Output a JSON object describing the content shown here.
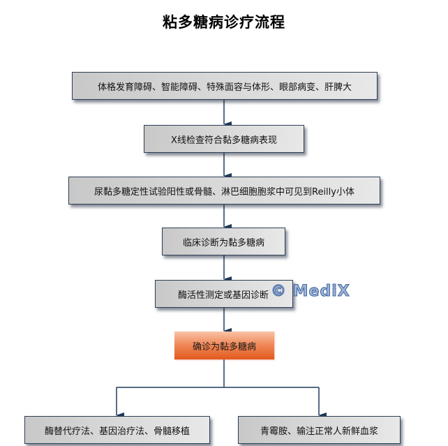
{
  "title": "粘多糖病诊疗流程",
  "nodes": [
    {
      "id": "symptoms",
      "label": "体格发育障碍、智能障碍、特殊面容与体形、眼部病变、肝脾大"
    },
    {
      "id": "xray",
      "label": "X线检查符合黏多糖病表现"
    },
    {
      "id": "urine-test",
      "label": "尿黏多糖定性试验阳性或骨髓、淋巴细胞胞浆中可见到Reilly小体"
    },
    {
      "id": "clinical-diagnosis",
      "label": "临床诊断为黏多糖病"
    },
    {
      "id": "enzyme-test",
      "label": "酶活性测定或基因诊断"
    },
    {
      "id": "confirmed",
      "label": "确诊为黏多糖病"
    },
    {
      "id": "treatment-a",
      "label": "酶替代疗法、基因治疗法、骨髓移植"
    },
    {
      "id": "treatment-b",
      "label": "青霉胺、输注正常人新鲜血浆"
    }
  ],
  "edges": [
    {
      "from": "symptoms",
      "to": "xray"
    },
    {
      "from": "xray",
      "to": "urine-test"
    },
    {
      "from": "urine-test",
      "to": "clinical-diagnosis"
    },
    {
      "from": "clinical-diagnosis",
      "to": "enzyme-test"
    },
    {
      "from": "enzyme-test",
      "to": "confirmed"
    },
    {
      "from": "confirmed",
      "to": "treatment-a"
    },
    {
      "from": "confirmed",
      "to": "treatment-b"
    }
  ],
  "watermark": "© MediX",
  "colors": {
    "connector": "#1f3a5a",
    "box_border": "#2c3e55",
    "accent_top": "#f8c3a6",
    "accent_bottom": "#e35a1d"
  }
}
